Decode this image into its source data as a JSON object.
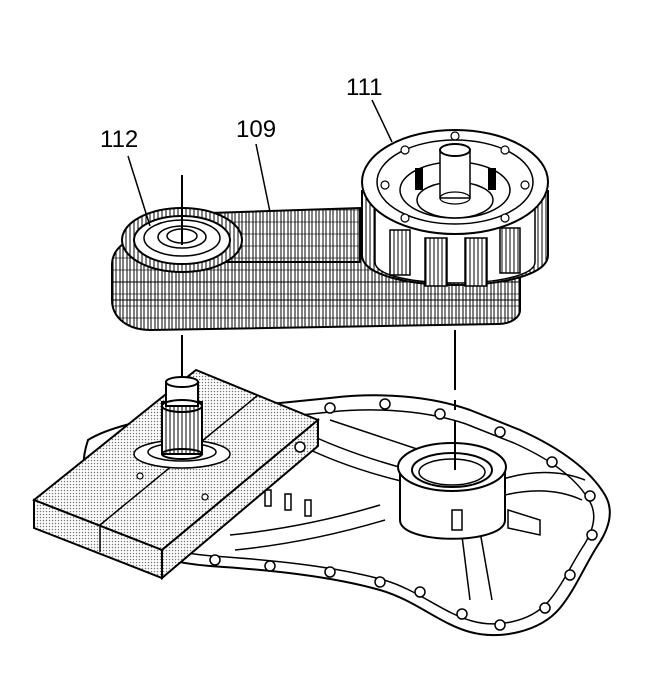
{
  "callouts": {
    "drive_sprocket": "112",
    "chain": "109",
    "planetary_carrier": "111"
  },
  "colors": {
    "line": "#000000",
    "stipple": "#9a9a9a",
    "background": "#ffffff"
  }
}
